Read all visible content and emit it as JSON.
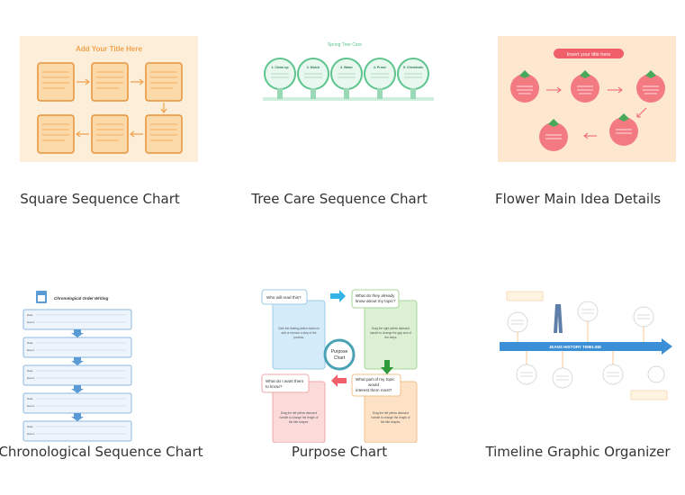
{
  "templates": [
    {
      "caption": "Square Sequence Chart",
      "thumb_title": "Add Your Title Here",
      "bg": "#fdeed9",
      "accent": "#f0a24e"
    },
    {
      "caption": "Tree Care Sequence Chart",
      "thumb_title": "Spring Tree Care",
      "steps": [
        "1. Clean up",
        "2. Mulch",
        "3. Water",
        "4. Prune",
        "5. Chemicals"
      ],
      "accent": "#5cc48d"
    },
    {
      "caption": "Flower Main Idea Details",
      "thumb_title": "Insert your title here",
      "bg": "#fde8cf",
      "accent": "#f15f6b"
    },
    {
      "caption": "Chronological Sequence Chart",
      "thumb_title": "Chronological Order Writing",
      "row_labels": [
        "Date:",
        "Event:"
      ],
      "accent": "#5b9bd5"
    },
    {
      "caption": "Purpose Chart",
      "center_label": "Purpose Chart",
      "questions": [
        "Who will read this?",
        "What do they already know about my topic?",
        "What part of my topic would interest them most?",
        "What do I want them to know?"
      ]
    },
    {
      "caption": "Timeline Graphic Organizer",
      "banner": "JEANS HISTORY TIMELINE",
      "accent": "#3a8fd6"
    }
  ]
}
